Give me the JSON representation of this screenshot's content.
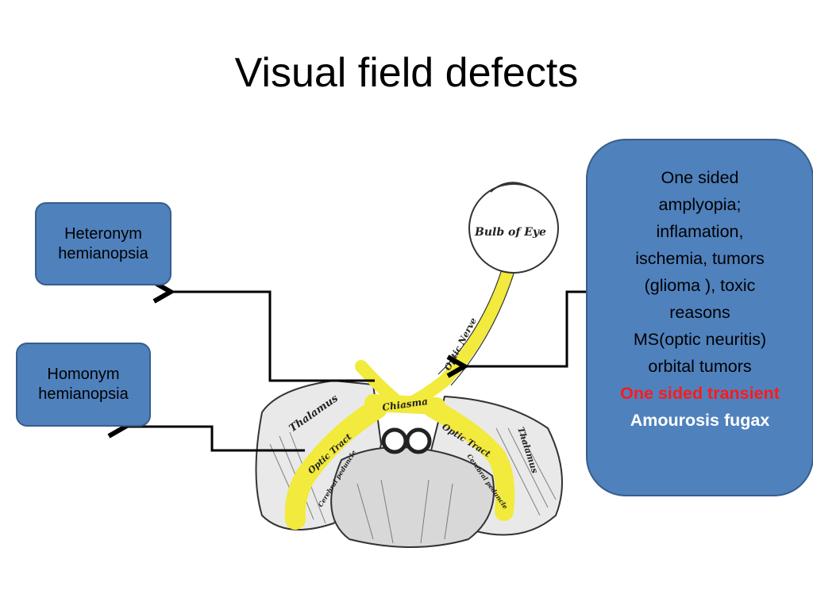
{
  "title": "Visual field defects",
  "left_boxes": [
    {
      "lines": [
        "Heteronym",
        "hemianopsia"
      ]
    },
    {
      "lines": [
        "Homonym",
        "hemianopsia"
      ]
    }
  ],
  "info_box": {
    "lines": [
      "One sided",
      "amplyopia;",
      "inflamation,",
      "ischemia, tumors",
      "(glioma ), toxic",
      "reasons",
      "MS(optic neuritis)",
      "orbital tumors"
    ],
    "highlight_red": "One sided transient",
    "highlight_white": "Amourosis fugax"
  },
  "anatomy_labels": {
    "bulb": "Bulb of Eye",
    "nerve": "Optic Nerve",
    "chiasma": "Chiasma",
    "tract_left": "Optic Tract",
    "tract_right": "Optic Tract",
    "thalamus_left": "Thalamus",
    "thalamus_right": "Thalamus",
    "peduncle_left": "Cerebral peduncle",
    "peduncle_right": "Cerebral peduncle"
  },
  "colors": {
    "box_fill": "#4f81bd",
    "box_border": "#385d8a",
    "nerve_yellow": "#f2ea3c",
    "highlight_red": "#ff1a1a"
  }
}
